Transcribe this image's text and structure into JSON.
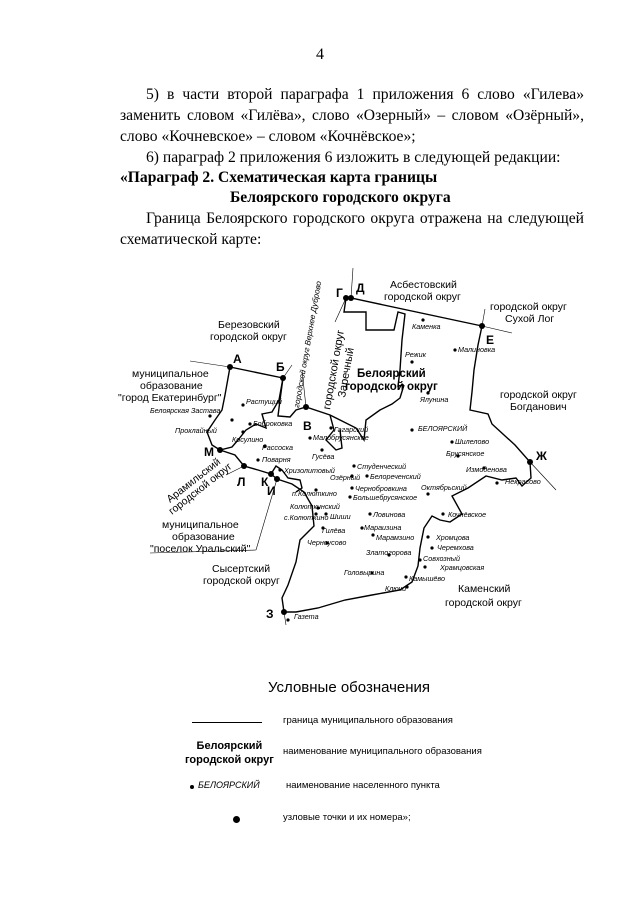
{
  "page_number": "4",
  "paragraphs": [
    "5) в части второй параграфа 1 приложения 6 слово «Гилева» заменить словом «Гилёва», слово «Озерный» – словом «Озёрный», слово «Кочнев­ское» – словом «Кочнёвское»;",
    "6) параграф 2 приложения 6 изложить в следующей редакции:"
  ],
  "heading": {
    "line1": "«Параграф 2. Схематическая карта границы",
    "line2": "Белоярского городского округа"
  },
  "intro": "Граница Белоярского городского округа отражена на следующей схематической карте:",
  "map": {
    "main_region": [
      "Белоярский",
      "городской округ"
    ],
    "neighbors": {
      "berezovsky": [
        "Березовский",
        "городской округ"
      ],
      "asbestovsky": [
        "Асбестовский",
        "городской округ"
      ],
      "sukhoi_log": [
        "городской округ",
        "Сухой Лог"
      ],
      "bogdanovich": [
        "городской округ",
        "Богданович"
      ],
      "ekaterinburg": [
        "муниципальное",
        "образование",
        "\"город Екатеринбург\""
      ],
      "aramil": [
        "Арамильский",
        "городской округ"
      ],
      "uralsky": [
        "муниципальное",
        "образование",
        "\"поселок Уральский\""
      ],
      "sysert": [
        "Сысертский",
        "городской округ"
      ],
      "kamensky": [
        "Каменский",
        "городской округ"
      ],
      "verkhneye_dubrovo": "городской округ Верхнее Дуброво",
      "zarechny": [
        "городской округ",
        "Заречный"
      ]
    },
    "nodes": [
      "А",
      "Б",
      "В",
      "Г",
      "Д",
      "Е",
      "Ж",
      "З",
      "И",
      "К",
      "Л",
      "М"
    ],
    "settlements": [
      "Растущий",
      "Белоярская Застава",
      "Проклайный",
      "Боброковка",
      "Косулино",
      "Рассоска",
      "Поварня",
      "Гагарский",
      "Малобрусянское",
      "Гусёва",
      "Хризолитовый",
      "Студенческий",
      "Озёрный",
      "Белореченский",
      "Чернобровкина",
      "п.Колюткино",
      "Колюткинский",
      "Шиши",
      "с.Колюткино",
      "Гилёва",
      "Большебрусянское",
      "Ловинова",
      "Мараизина",
      "Марамзино",
      "Черноусово",
      "Златогорова",
      "Головырина",
      "Камышёво",
      "Ключи",
      "Газета",
      "Каменка",
      "Режик",
      "Малиновка",
      "Ялунина",
      "БЕЛОЯРСКИЙ",
      "Шилелово",
      "Брусянское",
      "Измоденова",
      "Октябрьский",
      "Некрасово",
      "Кочнёвское",
      "Хромцова",
      "Черемхова",
      "Совхозный",
      "Храмцовская"
    ]
  },
  "legend": {
    "title": "Условные обозначения",
    "items": [
      {
        "symbol": "line",
        "text": "граница муниципального образования"
      },
      {
        "symbol": [
          "Белоярский",
          "городской округ"
        ],
        "text": "наименование муниципального образования"
      },
      {
        "symbol": "БЕЛОЯРСКИЙ",
        "text": "наименование населенного пункта"
      },
      {
        "symbol": "dot",
        "text": "узловые точки и их номера»;"
      }
    ]
  }
}
